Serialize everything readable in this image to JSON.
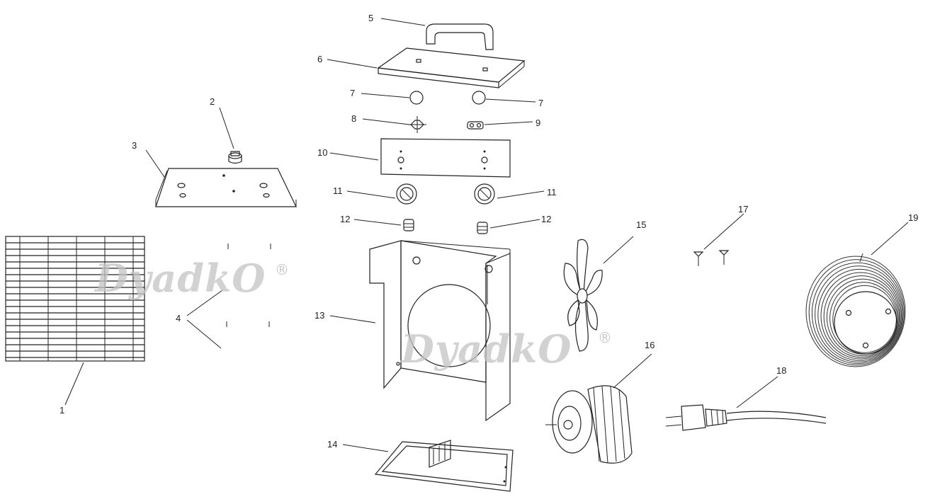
{
  "diagram": {
    "parts": [
      {
        "id": "grille-front",
        "number": "1"
      },
      {
        "id": "thermostat-sensor",
        "number": "2"
      },
      {
        "id": "top-plate",
        "number": "3"
      },
      {
        "id": "heating-elements",
        "number": "4"
      },
      {
        "id": "carry-handle",
        "number": "5"
      },
      {
        "id": "top-cover",
        "number": "6"
      },
      {
        "id": "indicator-lens-left",
        "number": "7"
      },
      {
        "id": "indicator-lens-right",
        "number": "7"
      },
      {
        "id": "thermostat-switch",
        "number": "8"
      },
      {
        "id": "rotary-switch",
        "number": "9"
      },
      {
        "id": "control-panel",
        "number": "10"
      },
      {
        "id": "knob-left",
        "number": "11"
      },
      {
        "id": "knob-right",
        "number": "11"
      },
      {
        "id": "indicator-lamp-left",
        "number": "12"
      },
      {
        "id": "indicator-lamp-right",
        "number": "12"
      },
      {
        "id": "housing",
        "number": "13"
      },
      {
        "id": "base-plate",
        "number": "14"
      },
      {
        "id": "fan-blade",
        "number": "15"
      },
      {
        "id": "fan-motor",
        "number": "16"
      },
      {
        "id": "screws",
        "number": "17"
      },
      {
        "id": "power-cord",
        "number": "18"
      },
      {
        "id": "rear-grille",
        "number": "19"
      }
    ],
    "watermark": {
      "text": "DyadkO",
      "registered_mark": "®"
    }
  },
  "colors": {
    "line": "#222222",
    "watermark": "#c4c4c4",
    "background": "#ffffff"
  }
}
